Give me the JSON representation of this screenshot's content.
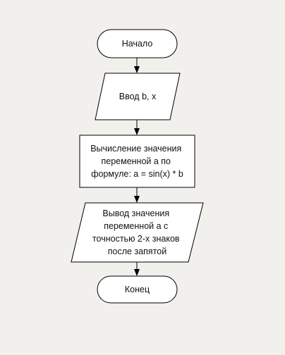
{
  "flowchart": {
    "colors": {
      "background": "#f1f0ec",
      "shape_fill": "#ffffff",
      "stroke": "#000000",
      "text": "#111111"
    },
    "nodes": [
      {
        "id": "start",
        "kind": "terminator",
        "lines": [
          "Начало"
        ]
      },
      {
        "id": "input",
        "kind": "parallelogram",
        "lines": [
          "Ввод b, x"
        ]
      },
      {
        "id": "compute",
        "kind": "process",
        "lines": [
          "Вычисление значения",
          "переменной a по",
          "формуле: a = sin(x) * b"
        ]
      },
      {
        "id": "output",
        "kind": "parallelogram",
        "lines": [
          "Вывод значения",
          "переменной a с",
          "точностью 2-х знаков",
          "после запятой"
        ]
      },
      {
        "id": "end",
        "kind": "terminator",
        "lines": [
          "Конец"
        ]
      }
    ],
    "edges": [
      {
        "from": "start",
        "to": "input"
      },
      {
        "from": "input",
        "to": "compute"
      },
      {
        "from": "compute",
        "to": "output"
      },
      {
        "from": "output",
        "to": "end"
      }
    ]
  }
}
